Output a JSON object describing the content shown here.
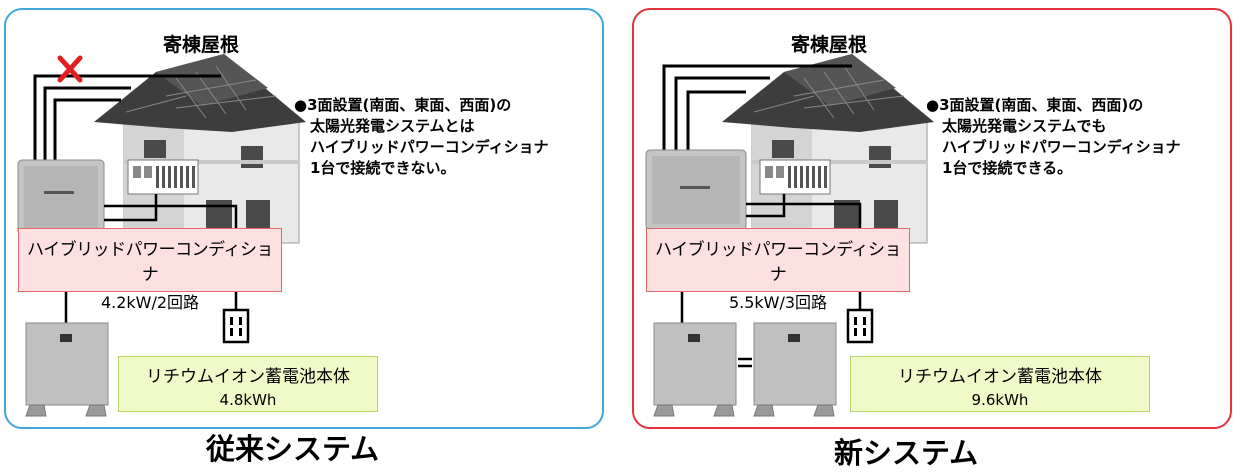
{
  "panels": {
    "old": {
      "roof_label": "寄棟屋根",
      "description": [
        "●3面設置(南面、東面、西面)の",
        "太陽光発電システムとは",
        "ハイブリッドパワーコンディショナ",
        "1台で接続できない。"
      ],
      "pcs_name": "ハイブリッドパワーコンディショナ",
      "pcs_spec": "4.2kW/2回路",
      "battery_name": "リチウムイオン蓄電池本体",
      "battery_spec": "4.8kWh",
      "system_label": "従来システム",
      "border_color": "#3fa6de"
    },
    "new": {
      "roof_label": "寄棟屋根",
      "description": [
        "●3面設置(南面、東面、西面)の",
        "太陽光発電システムでも",
        "ハイブリッドパワーコンディショナ",
        "1台で接続できる。"
      ],
      "pcs_name": "ハイブリッドパワーコンディショナ",
      "pcs_spec": "5.5kW/3回路",
      "battery_name": "リチウムイオン蓄電池本体",
      "battery_spec": "9.6kWh",
      "system_label": "新システム",
      "border_color": "#e5323b"
    }
  }
}
